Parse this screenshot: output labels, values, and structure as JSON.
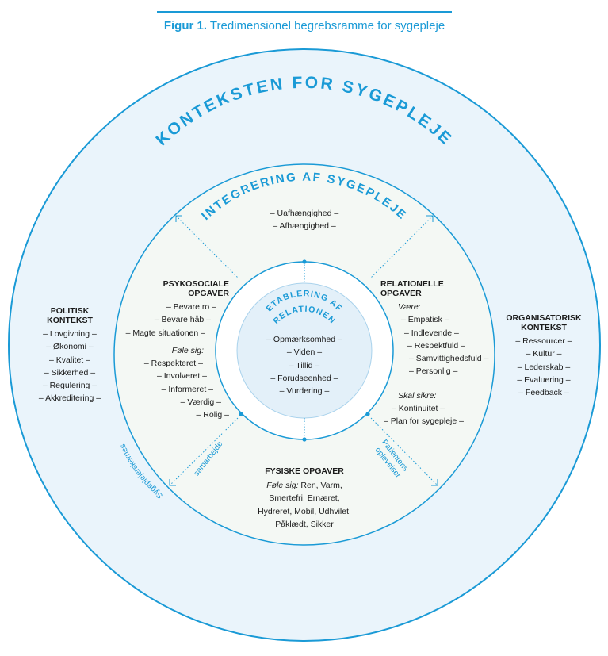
{
  "caption": {
    "label": "Figur 1.",
    "title": "Tredimensionel begrebsramme for sygepleje"
  },
  "colors": {
    "accent": "#1a9ad6",
    "ring_fill": "#eaf4fb",
    "inner_fill": "#f4f8f4",
    "core_fill": "#e3f0f9"
  },
  "rings": {
    "outer_title": "KONTEKSTEN FOR SYGEPLEJE",
    "middle_title": "INTEGRERING AF SYGEPLEJE",
    "core_title_line1": "ETABLERING AF",
    "core_title_line2": "RELATIONEN"
  },
  "core_items": [
    "– Opmærksomhed –",
    "– Viden –",
    "– Tillid –",
    "– Forudseenhed –",
    "– Vurdering –"
  ],
  "top_items": [
    "– Uafhængighed –",
    "– Afhængighed –"
  ],
  "psykosociale": {
    "title_line1": "PSYKOSOCIALE",
    "title_line2": "OPGAVER",
    "items": [
      "– Bevare ro –",
      "– Bevare håb –",
      "– Magte situationen –"
    ],
    "subheading": "Føle sig:",
    "feel_items": [
      "– Respekteret –",
      "– Involveret –",
      "– Informeret –",
      "– Værdig –",
      "– Rolig –"
    ]
  },
  "relationelle": {
    "title_line1": "RELATIONELLE",
    "title_line2": "OPGAVER",
    "subheading": "Være:",
    "items": [
      "– Empatisk –",
      "– Indlevende –",
      "– Respektfuld –",
      "– Samvittighedsfuld –",
      "– Personlig –"
    ],
    "subheading2": "Skal sikre:",
    "ensure_items": [
      "– Kontinuitet –",
      "– Plan for sygepleje –"
    ]
  },
  "fysiske": {
    "title": "FYSISKE OPGAVER",
    "intro_label": "Føle sig:",
    "line1_rest": " Ren, Varm,",
    "line2": "Smertefri, Ernæret,",
    "line3": "Hydreret, Mobil, Udhvilet,",
    "line4": "Påklædt, Sikker"
  },
  "politisk": {
    "title_line1": "POLITISK",
    "title_line2": "KONTEKST",
    "items": [
      "– Lovgivning –",
      "– Økonomi –",
      "– Kvalitet –",
      "– Sikkerhed –",
      "– Regulering –",
      "– Akkreditering –"
    ]
  },
  "organisatorisk": {
    "title_line1": "ORGANISATORISK",
    "title_line2": "KONTEKST",
    "items": [
      "– Ressourcer –",
      "– Kultur –",
      "– Lederskab –",
      "– Evaluering –",
      "– Feedback –"
    ]
  },
  "left_arrow_label": {
    "line1": "Sygeplejerskernes",
    "line2": "samarbejde"
  },
  "right_arrow_label": {
    "line1": "Patientens",
    "line2": "oplevelser"
  }
}
